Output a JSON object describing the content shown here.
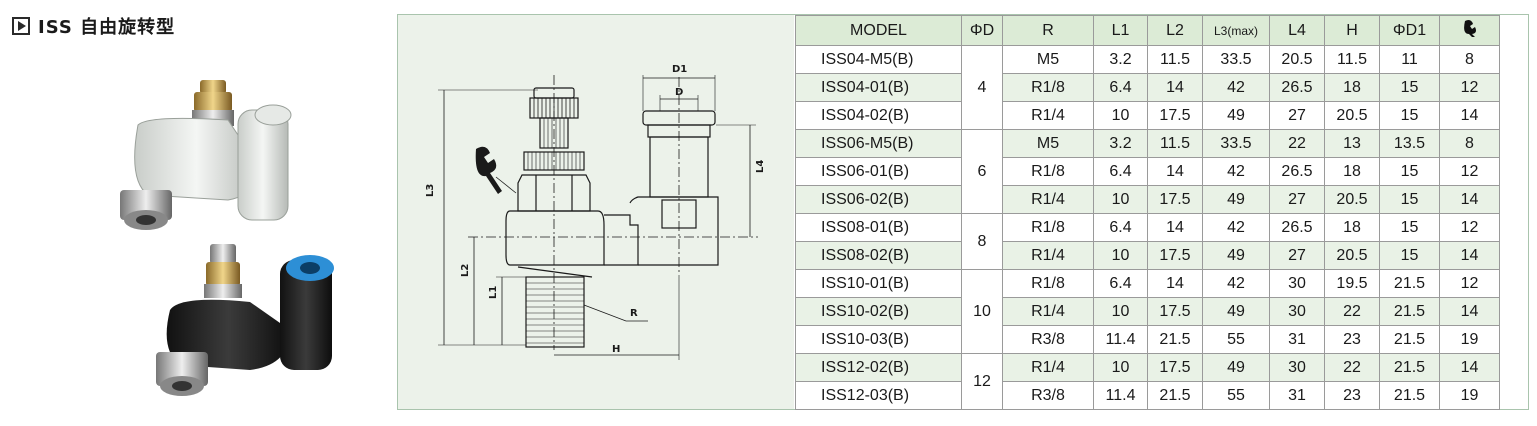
{
  "header": {
    "title": "ISS 自由旋转型",
    "play_icon": "play-icon"
  },
  "drawing_labels": {
    "d1": "D1",
    "d": "D",
    "l3": "L3",
    "l4": "L4",
    "l2": "L2",
    "l1": "L1",
    "r": "R",
    "h": "H"
  },
  "table": {
    "columns": [
      "MODEL",
      "ΦD",
      "R",
      "L1",
      "L2",
      "L3(max)",
      "L4",
      "H",
      "ΦD1"
    ],
    "wrench_column_icon": "wrench-icon",
    "groups": [
      {
        "phi_d": "4",
        "rows": [
          [
            "ISS04-M5(B)",
            "M5",
            "3.2",
            "11.5",
            "33.5",
            "20.5",
            "11.5",
            "11",
            "8"
          ],
          [
            "ISS04-01(B)",
            "R1/8",
            "6.4",
            "14",
            "42",
            "26.5",
            "18",
            "15",
            "12"
          ],
          [
            "ISS04-02(B)",
            "R1/4",
            "10",
            "17.5",
            "49",
            "27",
            "20.5",
            "15",
            "14"
          ]
        ]
      },
      {
        "phi_d": "6",
        "rows": [
          [
            "ISS06-M5(B)",
            "M5",
            "3.2",
            "11.5",
            "33.5",
            "22",
            "13",
            "13.5",
            "8"
          ],
          [
            "ISS06-01(B)",
            "R1/8",
            "6.4",
            "14",
            "42",
            "26.5",
            "18",
            "15",
            "12"
          ],
          [
            "ISS06-02(B)",
            "R1/4",
            "10",
            "17.5",
            "49",
            "27",
            "20.5",
            "15",
            "14"
          ]
        ]
      },
      {
        "phi_d": "8",
        "rows": [
          [
            "ISS08-01(B)",
            "R1/8",
            "6.4",
            "14",
            "42",
            "26.5",
            "18",
            "15",
            "12"
          ],
          [
            "ISS08-02(B)",
            "R1/4",
            "10",
            "17.5",
            "49",
            "27",
            "20.5",
            "15",
            "14"
          ]
        ]
      },
      {
        "phi_d": "10",
        "rows": [
          [
            "ISS10-01(B)",
            "R1/8",
            "6.4",
            "14",
            "42",
            "30",
            "19.5",
            "21.5",
            "12"
          ],
          [
            "ISS10-02(B)",
            "R1/4",
            "10",
            "17.5",
            "49",
            "30",
            "22",
            "21.5",
            "14"
          ],
          [
            "ISS10-03(B)",
            "R3/8",
            "11.4",
            "21.5",
            "55",
            "31",
            "23",
            "21.5",
            "19"
          ]
        ]
      },
      {
        "phi_d": "12",
        "rows": [
          [
            "ISS12-02(B)",
            "R1/4",
            "10",
            "17.5",
            "49",
            "30",
            "22",
            "21.5",
            "14"
          ],
          [
            "ISS12-03(B)",
            "R3/8",
            "11.4",
            "21.5",
            "55",
            "31",
            "23",
            "21.5",
            "19"
          ]
        ]
      }
    ]
  }
}
